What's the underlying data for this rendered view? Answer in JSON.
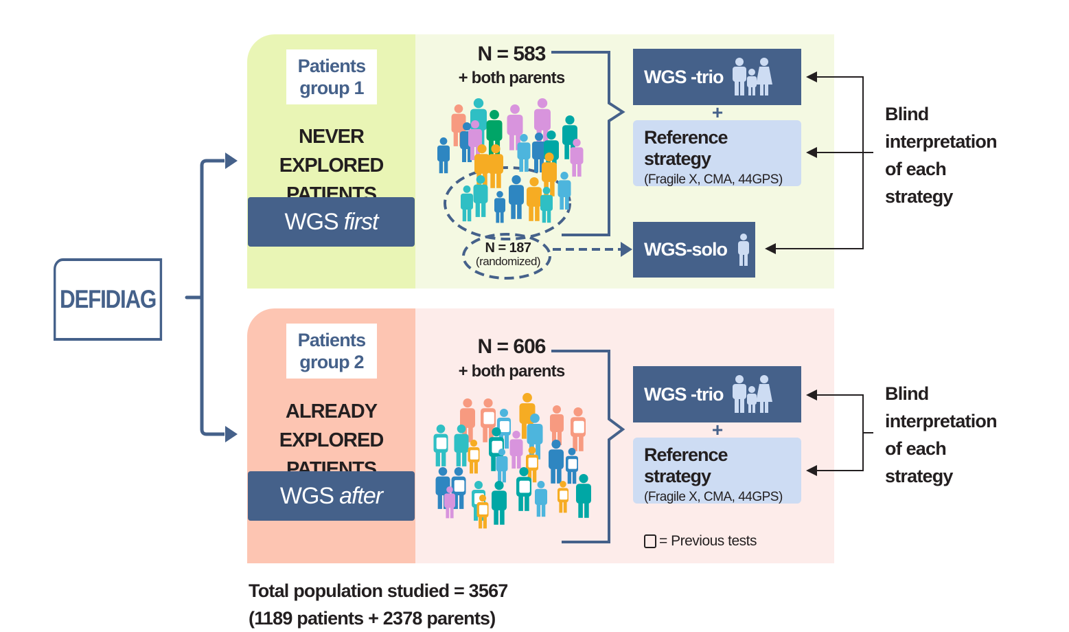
{
  "study": {
    "name": "DEFIDIAG"
  },
  "groups": [
    {
      "label_line1": "Patients",
      "label_line2": "group 1",
      "title_line1": "NEVER EXPLORED",
      "title_line2": "PATIENTS",
      "approach_main": "WGS",
      "approach_em": "first",
      "n_label": "N = 583",
      "parents_label": "+ both parents",
      "subgroup_n": "N = 187",
      "subgroup_note": "(randomized)",
      "strategies": [
        {
          "label": "WGS -trio",
          "icon": "family-trio-icon"
        },
        {
          "label": "Reference strategy",
          "detail": "(Fragile X, CMA, 44GPS)"
        },
        {
          "label": "WGS-solo",
          "icon": "single-person-icon"
        }
      ],
      "plus": "+",
      "blind_lines": [
        "Blind",
        "interpretation",
        "of each",
        "strategy"
      ]
    },
    {
      "label_line1": "Patients",
      "label_line2": "group 2",
      "title_line1": "ALREADY EXPLORED",
      "title_line2": "PATIENTS",
      "approach_main": "WGS",
      "approach_em": "after",
      "n_label": "N = 606",
      "parents_label": "+ both parents",
      "strategies": [
        {
          "label": "WGS -trio",
          "icon": "family-trio-icon"
        },
        {
          "label": "Reference strategy",
          "detail": "(Fragile X, CMA, 44GPS)"
        }
      ],
      "plus": "+",
      "blind_lines": [
        "Blind",
        "interpretation",
        "of each",
        "strategy"
      ],
      "legend": "= Previous tests"
    }
  ],
  "total": {
    "line1": "Total population studied = 3567",
    "line2": "(1189 patients + 2378 parents)"
  },
  "colors": {
    "navy": "#45618a",
    "group1_left": "#e9f5b5",
    "group1_right": "#f4f9e2",
    "group2_left": "#fdc5b2",
    "group2_right": "#fdecea",
    "reference_box": "#cddcf3",
    "people": [
      "#f79a80",
      "#2fbfc4",
      "#d894dd",
      "#00a567",
      "#2e86c1",
      "#f6ac23",
      "#4db5dd",
      "#00a7a5"
    ]
  }
}
